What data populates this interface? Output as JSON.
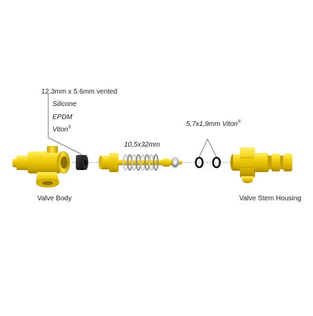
{
  "labels": {
    "seal_size": "12.3mm x 5.6mm vented",
    "material_1": "Silicone",
    "material_2": "EPDM",
    "material_3": "Viton",
    "material_3_mark": "®",
    "spring_size": "10,5x32mm",
    "oring_size": "5,7x1,9mm Viton",
    "oring_mark": "®",
    "valve_body": "Valve Body",
    "valve_stem_housing": "Valve Stem Housing"
  },
  "colors": {
    "brass": "#e6c200",
    "brass_light": "#ffe85a",
    "brass_dark": "#a88600",
    "seal": "#111111",
    "spring": "#9a9a9a",
    "leader": "#555555"
  }
}
